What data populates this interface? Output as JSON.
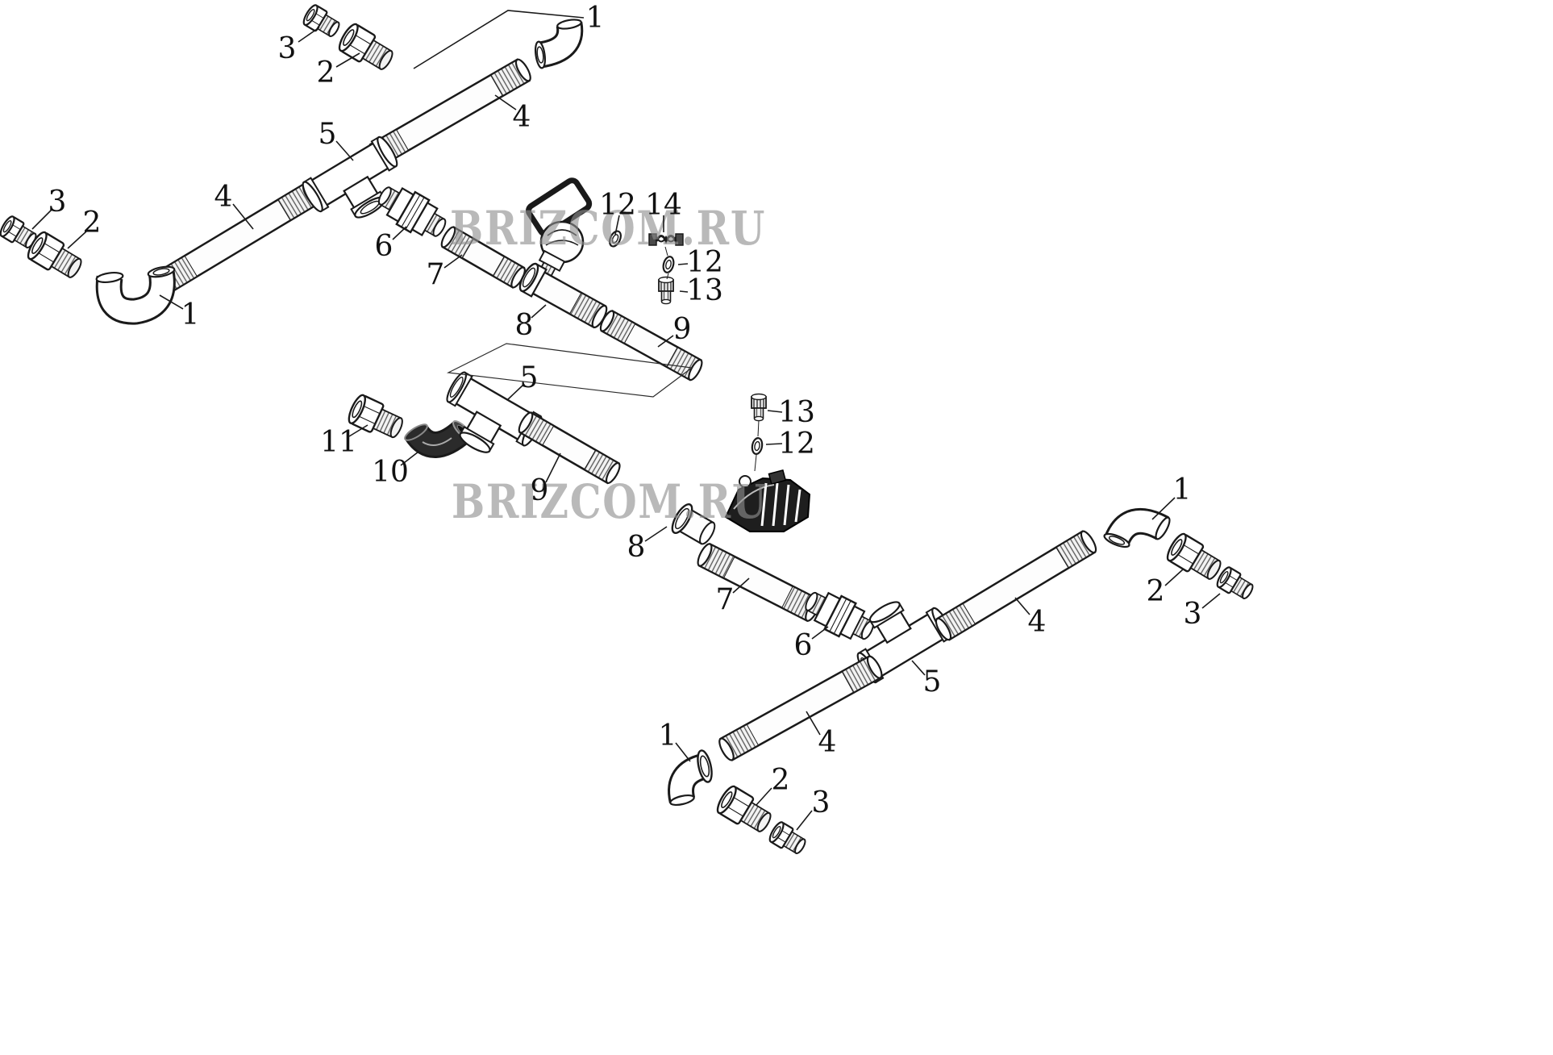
{
  "diagram": {
    "watermark": "BRIZCOM.RU",
    "colors": {
      "ink": "#1a1a1a",
      "paper": "#ffffff",
      "watermark": "#8f8f8f",
      "dark_part": "#262626"
    },
    "callouts": [
      {
        "label": "3"
      },
      {
        "label": "2"
      },
      {
        "label": "1"
      },
      {
        "label": "4"
      },
      {
        "label": "5"
      },
      {
        "label": "4"
      },
      {
        "label": "3"
      },
      {
        "label": "2"
      },
      {
        "label": "1"
      },
      {
        "label": "6"
      },
      {
        "label": "7"
      },
      {
        "label": "12"
      },
      {
        "label": "14"
      },
      {
        "label": "12"
      },
      {
        "label": "13"
      },
      {
        "label": "8"
      },
      {
        "label": "9"
      },
      {
        "label": "5"
      },
      {
        "label": "11"
      },
      {
        "label": "10"
      },
      {
        "label": "9"
      },
      {
        "label": "13"
      },
      {
        "label": "12"
      },
      {
        "label": "8"
      },
      {
        "label": "1"
      },
      {
        "label": "2"
      },
      {
        "label": "3"
      },
      {
        "label": "4"
      },
      {
        "label": "7"
      },
      {
        "label": "6"
      },
      {
        "label": "5"
      },
      {
        "label": "4"
      },
      {
        "label": "1"
      },
      {
        "label": "2"
      },
      {
        "label": "3"
      }
    ]
  }
}
